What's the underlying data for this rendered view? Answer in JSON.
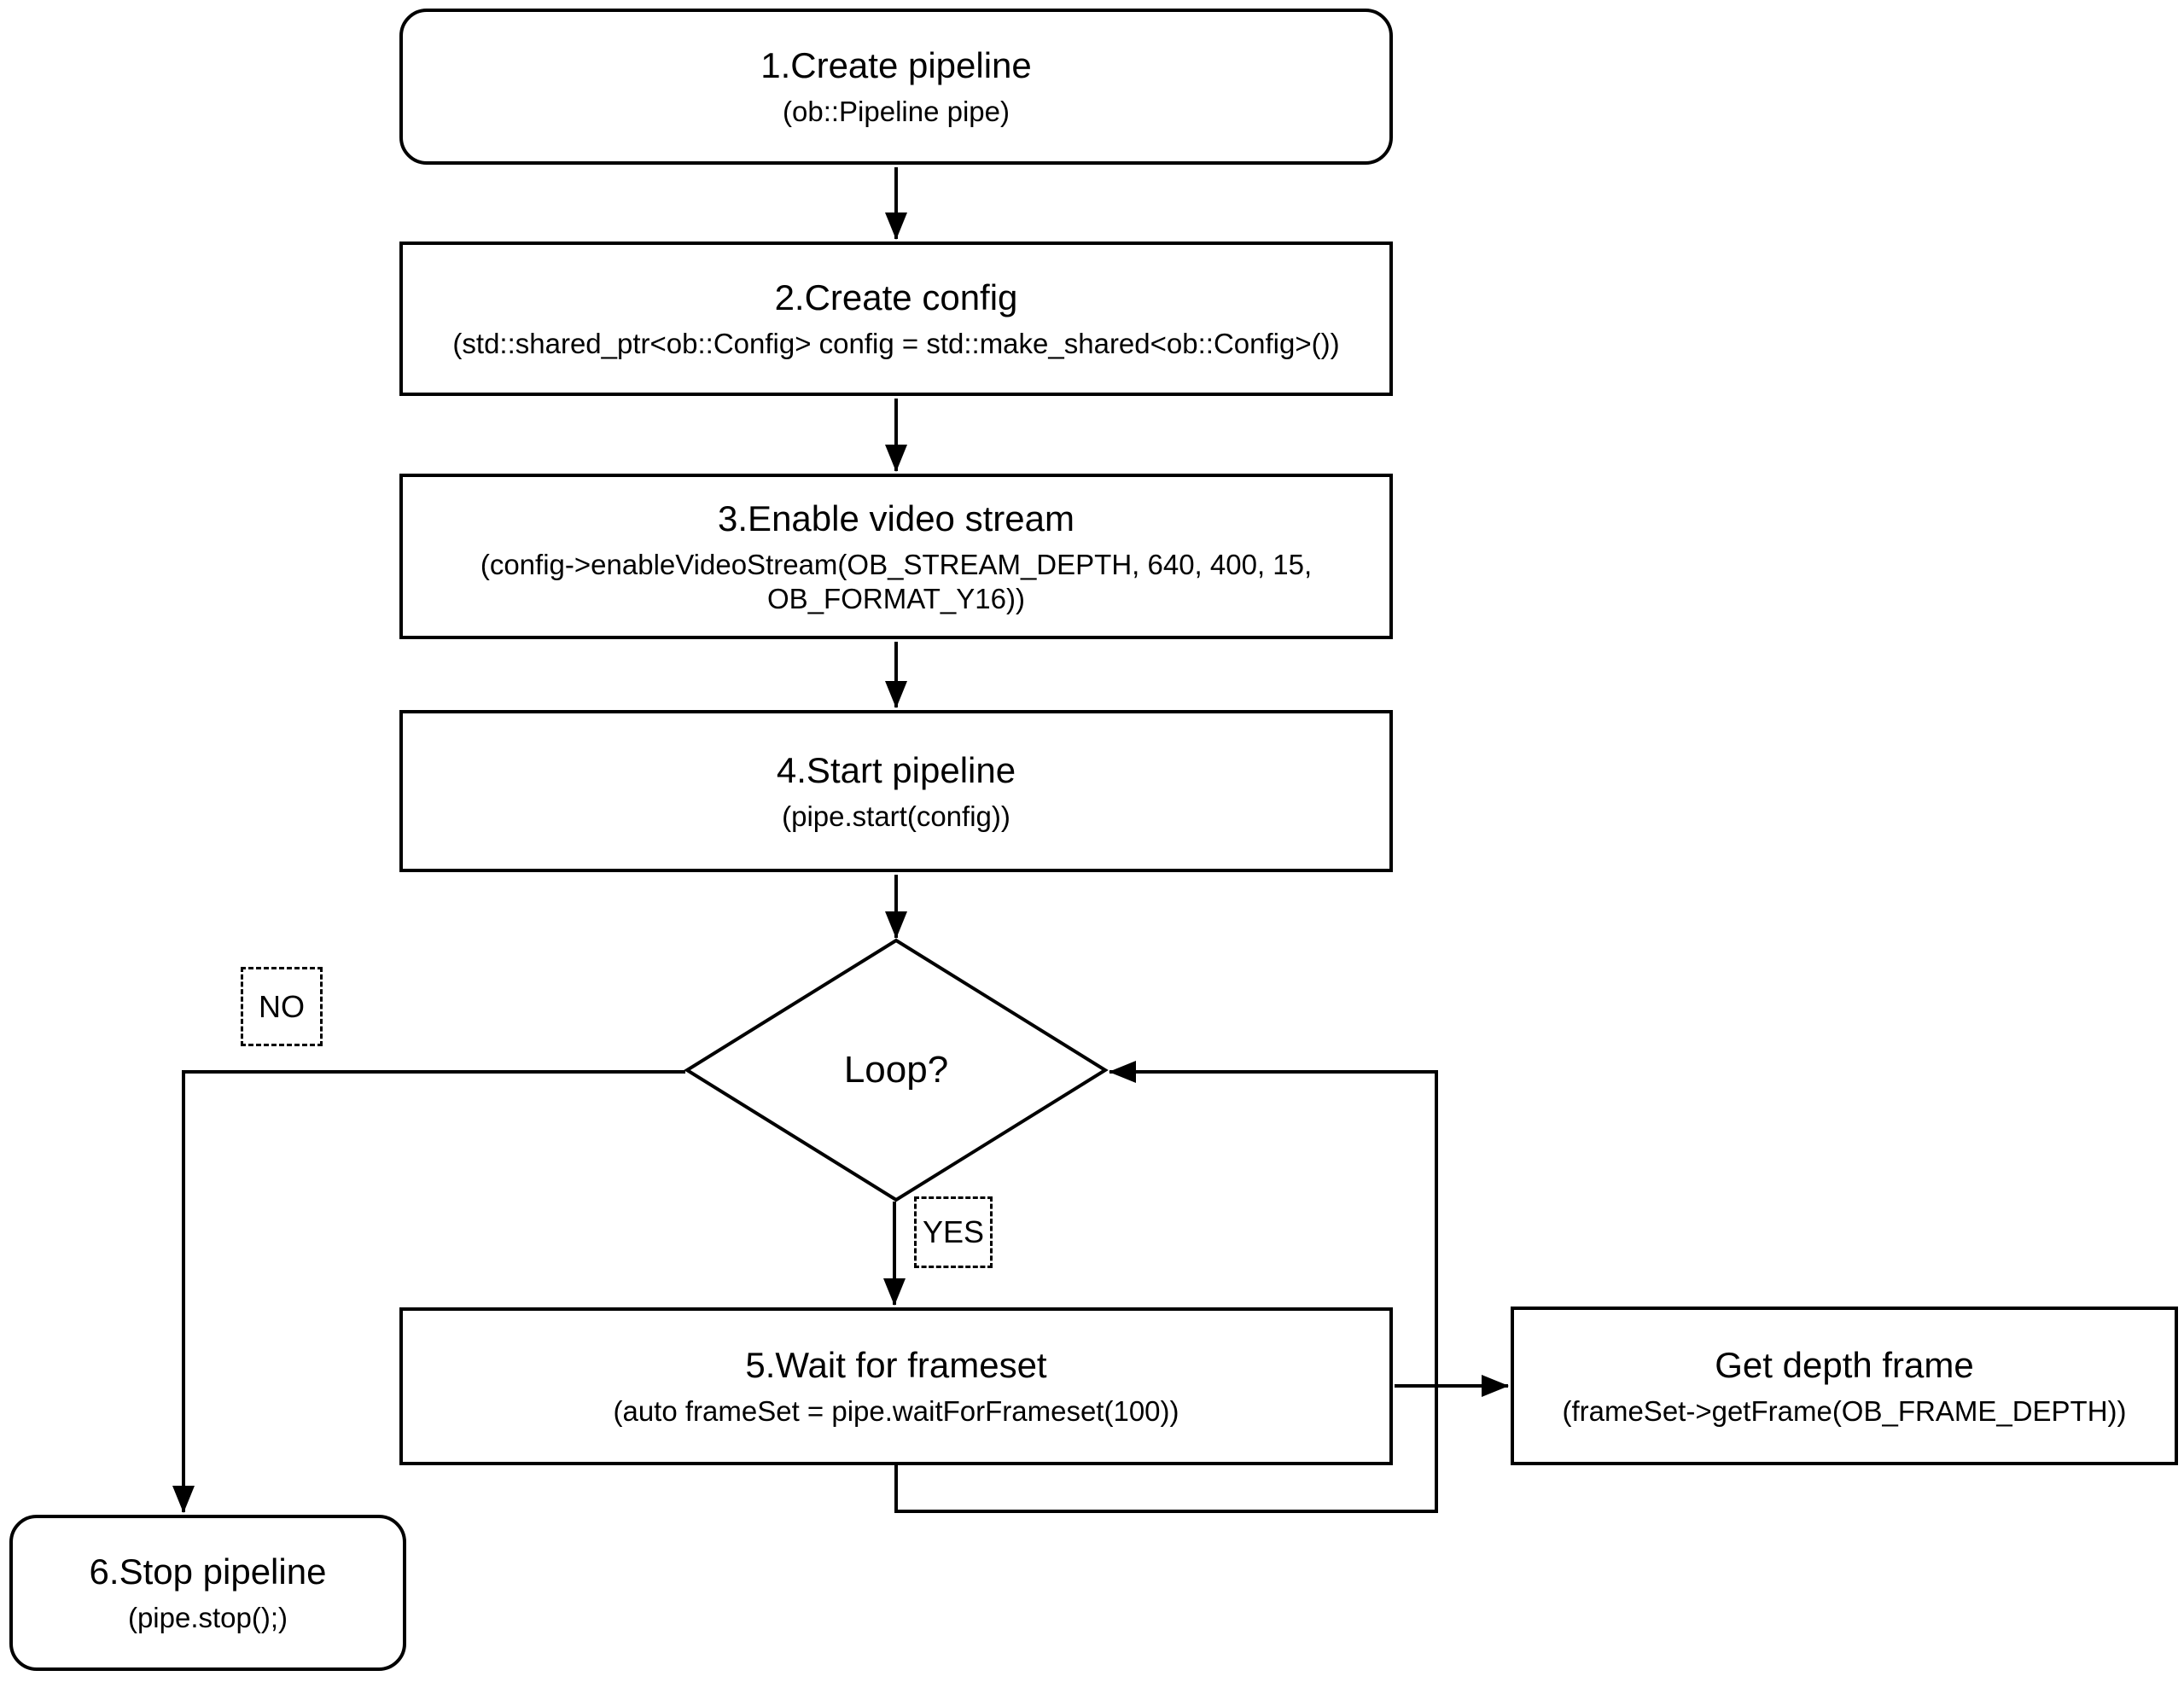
{
  "colors": {
    "stroke": "#000000",
    "background": "#ffffff",
    "text": "#000000"
  },
  "nodes": {
    "create_pipeline": {
      "label": "1.Create pipeline",
      "code": "(ob::Pipeline pipe)"
    },
    "create_config": {
      "label": "2.Create config",
      "code": "(std::shared_ptr<ob::Config> config = std::make_shared<ob::Config>())"
    },
    "enable_video_stream": {
      "label": "3.Enable video stream",
      "code": "(config->enableVideoStream(OB_STREAM_DEPTH, 640, 400, 15, OB_FORMAT_Y16))"
    },
    "start_pipeline": {
      "label": "4.Start pipeline",
      "code": "(pipe.start(config))"
    },
    "loop_decision": {
      "label": "Loop?"
    },
    "wait_for_frameset": {
      "label": "5.Wait for frameset",
      "code": "(auto frameSet = pipe.waitForFrameset(100))"
    },
    "get_depth_frame": {
      "label": "Get depth frame",
      "code": "(frameSet->getFrame(OB_FRAME_DEPTH))"
    },
    "stop_pipeline": {
      "label": "6.Stop pipeline",
      "code": "(pipe.stop();)"
    }
  },
  "edges": {
    "no_label": "NO",
    "yes_label": "YES"
  }
}
